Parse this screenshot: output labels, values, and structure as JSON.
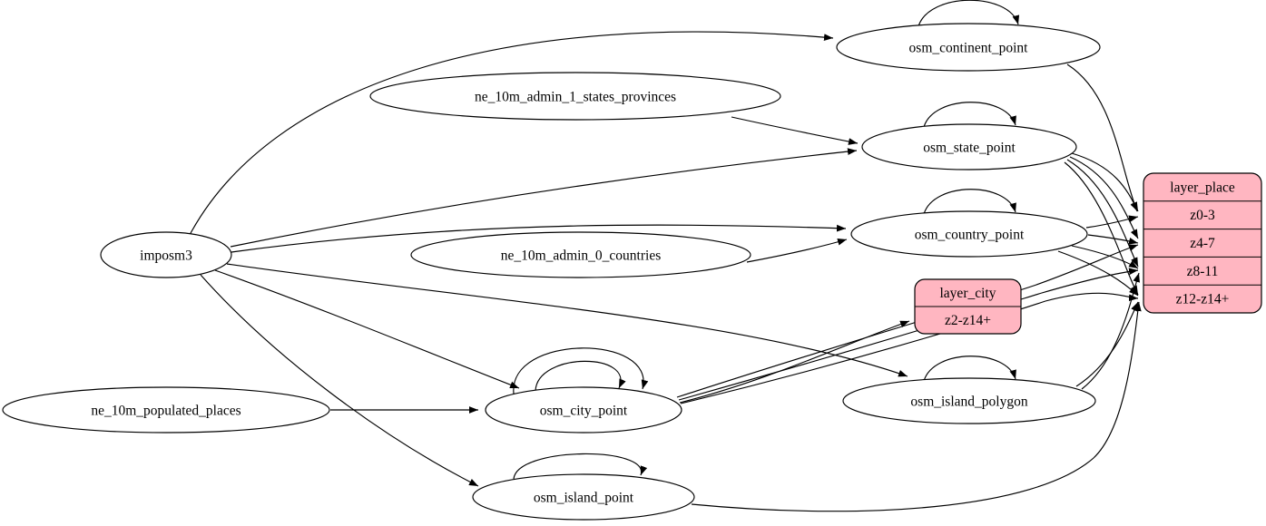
{
  "diagram": {
    "colors": {
      "background": "#ffffff",
      "node_fill": "#ffffff",
      "record_fill": "#ffb6c1",
      "stroke": "#000000"
    },
    "nodes": [
      {
        "id": "imposm3",
        "label": "imposm3"
      },
      {
        "id": "ne_10m_admin_1_states_provinces",
        "label": "ne_10m_admin_1_states_provinces"
      },
      {
        "id": "ne_10m_admin_0_countries",
        "label": "ne_10m_admin_0_countries"
      },
      {
        "id": "ne_10m_populated_places",
        "label": "ne_10m_populated_places"
      },
      {
        "id": "osm_continent_point",
        "label": "osm_continent_point"
      },
      {
        "id": "osm_state_point",
        "label": "osm_state_point"
      },
      {
        "id": "osm_country_point",
        "label": "osm_country_point"
      },
      {
        "id": "osm_city_point",
        "label": "osm_city_point"
      },
      {
        "id": "osm_island_polygon",
        "label": "osm_island_polygon"
      },
      {
        "id": "osm_island_point",
        "label": "osm_island_point"
      }
    ],
    "records": [
      {
        "id": "layer_place",
        "title": "layer_place",
        "rows": [
          "z0-3",
          "z4-7",
          "z8-11",
          "z12-z14+"
        ]
      },
      {
        "id": "layer_city",
        "title": "layer_city",
        "rows": [
          "z2-z14+"
        ]
      }
    ],
    "edges": [
      {
        "from": "imposm3",
        "to": "osm_continent_point"
      },
      {
        "from": "imposm3",
        "to": "osm_state_point"
      },
      {
        "from": "imposm3",
        "to": "osm_country_point"
      },
      {
        "from": "imposm3",
        "to": "osm_city_point"
      },
      {
        "from": "imposm3",
        "to": "osm_island_polygon"
      },
      {
        "from": "imposm3",
        "to": "osm_island_point"
      },
      {
        "from": "ne_10m_admin_1_states_provinces",
        "to": "osm_state_point"
      },
      {
        "from": "ne_10m_admin_0_countries",
        "to": "osm_country_point"
      },
      {
        "from": "ne_10m_populated_places",
        "to": "osm_city_point"
      },
      {
        "from": "osm_continent_point",
        "to": "osm_continent_point"
      },
      {
        "from": "osm_state_point",
        "to": "osm_state_point"
      },
      {
        "from": "osm_country_point",
        "to": "osm_country_point"
      },
      {
        "from": "osm_city_point",
        "to": "osm_city_point"
      },
      {
        "from": "osm_city_point",
        "to": "osm_city_point"
      },
      {
        "from": "osm_island_polygon",
        "to": "osm_island_polygon"
      },
      {
        "from": "osm_island_point",
        "to": "osm_island_point"
      },
      {
        "from": "osm_continent_point",
        "to": "layer_place.z0-3"
      },
      {
        "from": "osm_state_point",
        "to": "layer_place.z0-3"
      },
      {
        "from": "osm_state_point",
        "to": "layer_place.z4-7"
      },
      {
        "from": "osm_state_point",
        "to": "layer_place.z8-11"
      },
      {
        "from": "osm_state_point",
        "to": "layer_place.z12-z14+"
      },
      {
        "from": "osm_country_point",
        "to": "layer_place.z0-3"
      },
      {
        "from": "osm_country_point",
        "to": "layer_place.z4-7"
      },
      {
        "from": "osm_country_point",
        "to": "layer_place.z8-11"
      },
      {
        "from": "osm_country_point",
        "to": "layer_place.z12-z14+"
      },
      {
        "from": "osm_city_point",
        "to": "layer_city.z2-z14+"
      },
      {
        "from": "osm_city_point",
        "to": "layer_place.z4-7"
      },
      {
        "from": "osm_city_point",
        "to": "layer_place.z8-11"
      },
      {
        "from": "osm_city_point",
        "to": "layer_place.z12-z14+"
      },
      {
        "from": "osm_island_polygon",
        "to": "layer_place.z8-11"
      },
      {
        "from": "osm_island_polygon",
        "to": "layer_place.z12-z14+"
      },
      {
        "from": "osm_island_point",
        "to": "layer_place.z12-z14+"
      }
    ]
  }
}
